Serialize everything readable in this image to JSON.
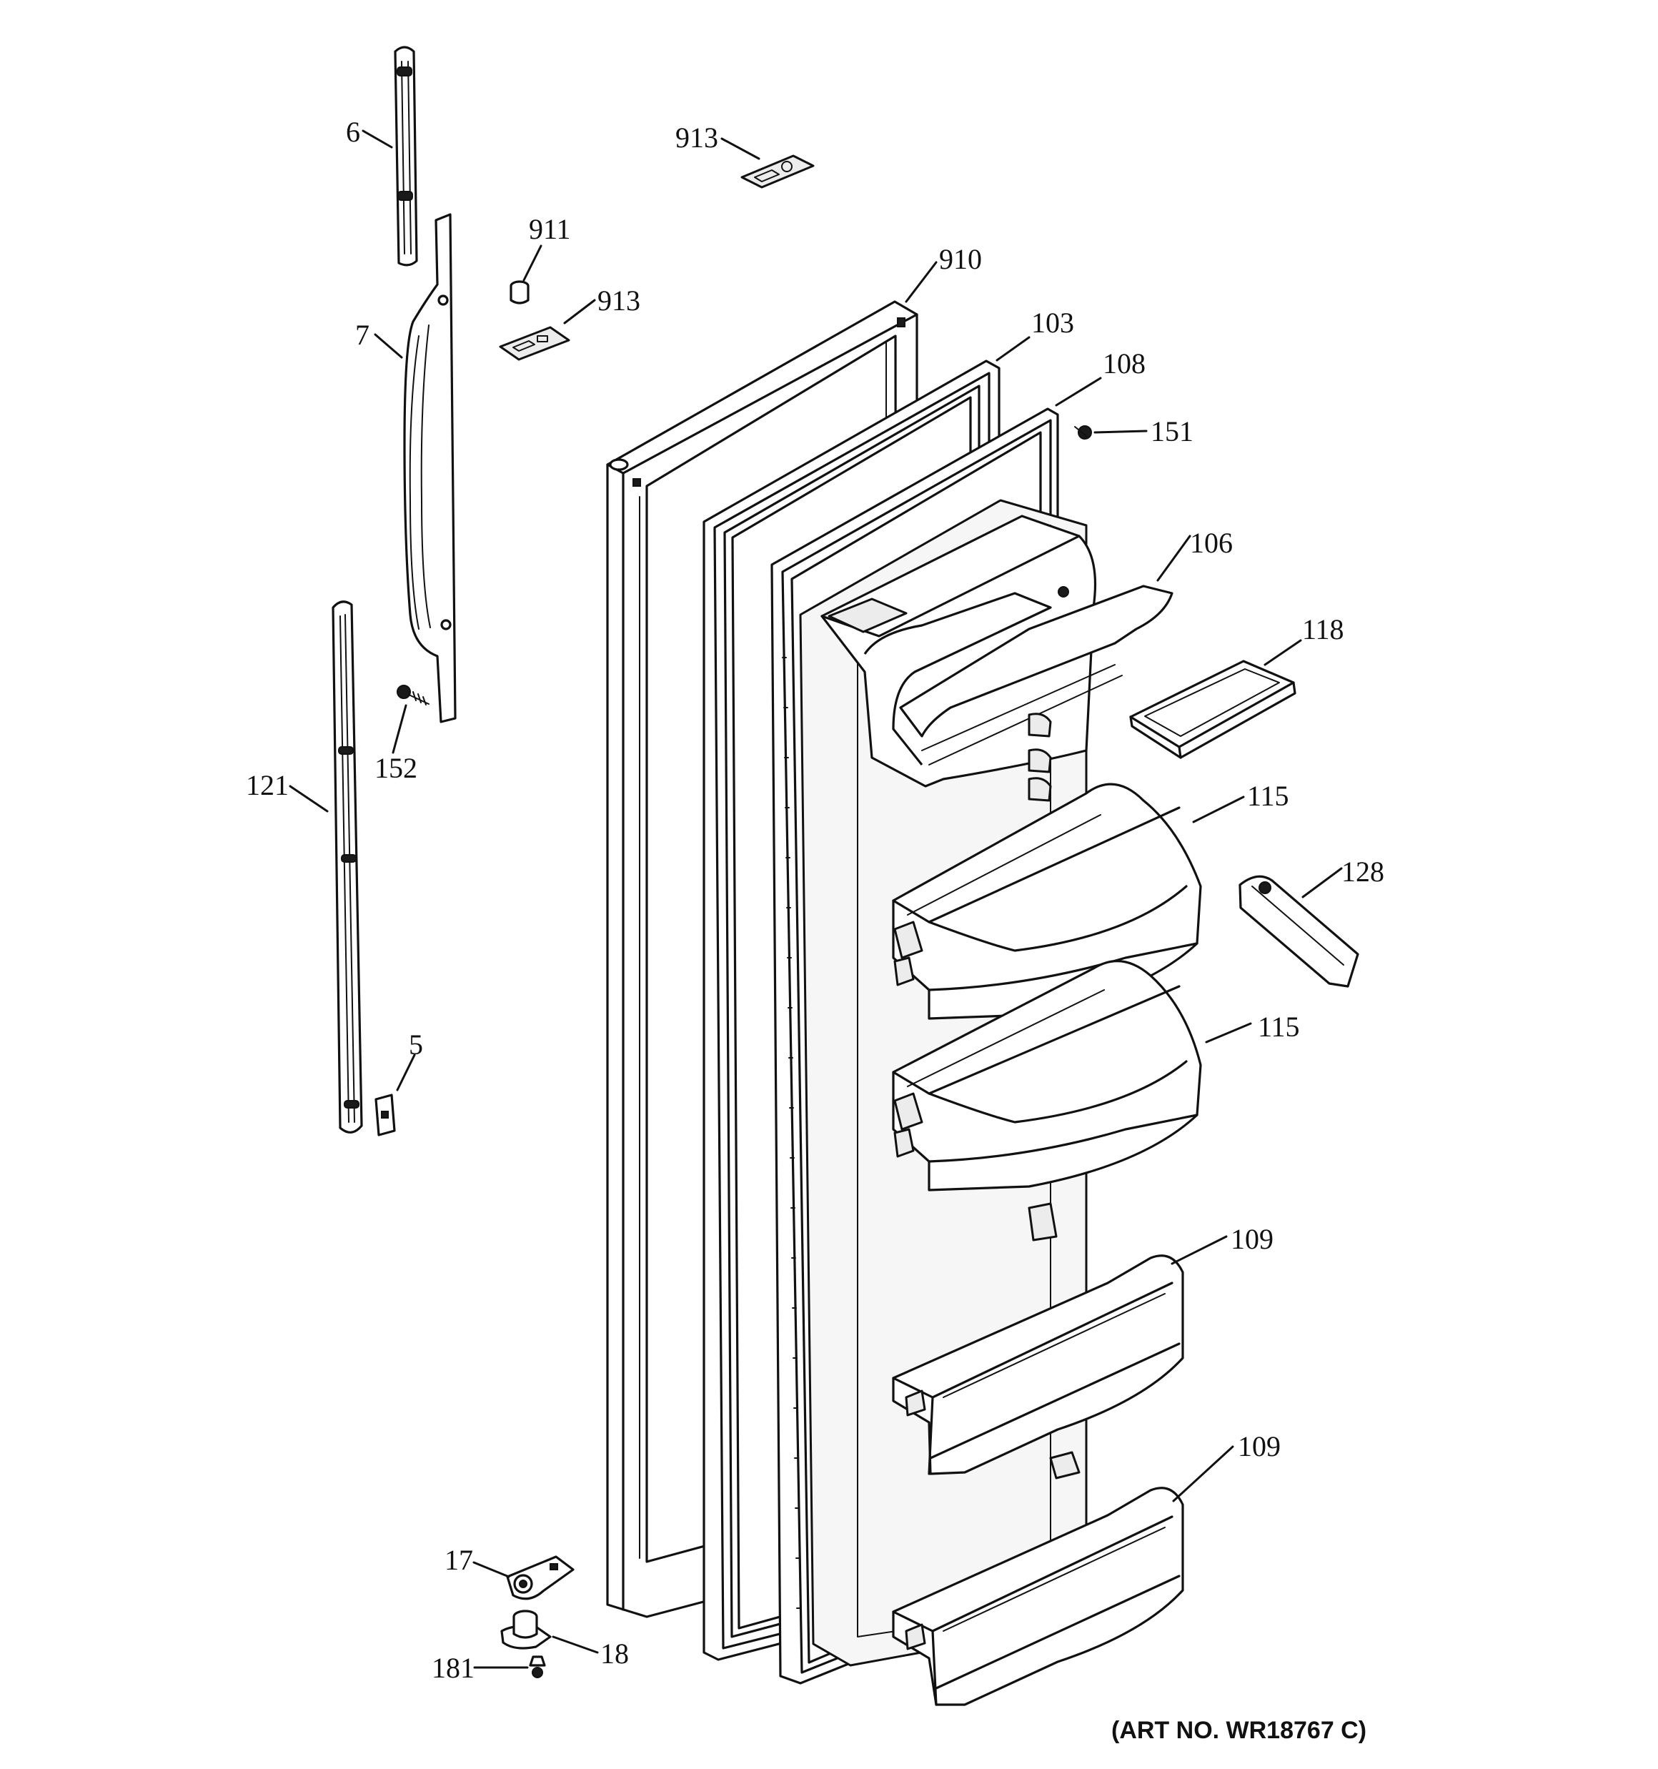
{
  "callouts": {
    "c6": "6",
    "c7": "7",
    "c913a": "913",
    "c911": "911",
    "c913b": "913",
    "c910": "910",
    "c103": "103",
    "c108": "108",
    "c151": "151",
    "c106": "106",
    "c118": "118",
    "c152": "152",
    "c121": "121",
    "c115a": "115",
    "c128": "128",
    "c115b": "115",
    "c5": "5",
    "c109a": "109",
    "c109b": "109",
    "c17": "17",
    "c18": "18",
    "c181": "181"
  },
  "art_number": "(ART NO. WR18767 C)"
}
